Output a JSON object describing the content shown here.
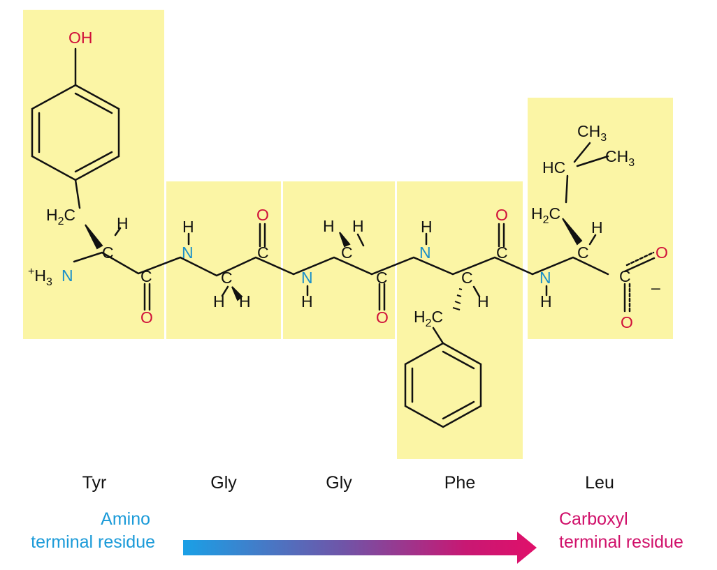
{
  "colors": {
    "residue_box": "#fbf5a5",
    "carbon_hydrogen": "#111111",
    "nitrogen": "#1a8fc9",
    "oxygen": "#d0103a",
    "amino_terminal_text": "#1a9ad8",
    "carboxyl_terminal_text": "#d0106a",
    "arrow_gradient": [
      "#1aa0e6",
      "#6f55a8",
      "#c81873",
      "#e0106a"
    ]
  },
  "atoms": {
    "carbon": "C",
    "nitrogen": "N",
    "oxygen": "O",
    "hydrogen": "H",
    "hydroxyl": "OH",
    "methylene_H": "H",
    "methylene_C": "C",
    "methylene_sub": "2",
    "methine": "HC",
    "methyl": "CH",
    "methyl_sub": "3",
    "charge_plus": "+",
    "ammonium_H": "H",
    "ammonium_sub": "3",
    "charge_minus": "–"
  },
  "residues": [
    "Tyr",
    "Gly",
    "Gly",
    "Phe",
    "Leu"
  ],
  "terminals": {
    "amino": [
      "Amino",
      "terminal residue"
    ],
    "carboxyl": [
      "Carboxyl",
      "terminal residue"
    ]
  },
  "arrow": {
    "direction": "amino-to-carboxyl"
  }
}
